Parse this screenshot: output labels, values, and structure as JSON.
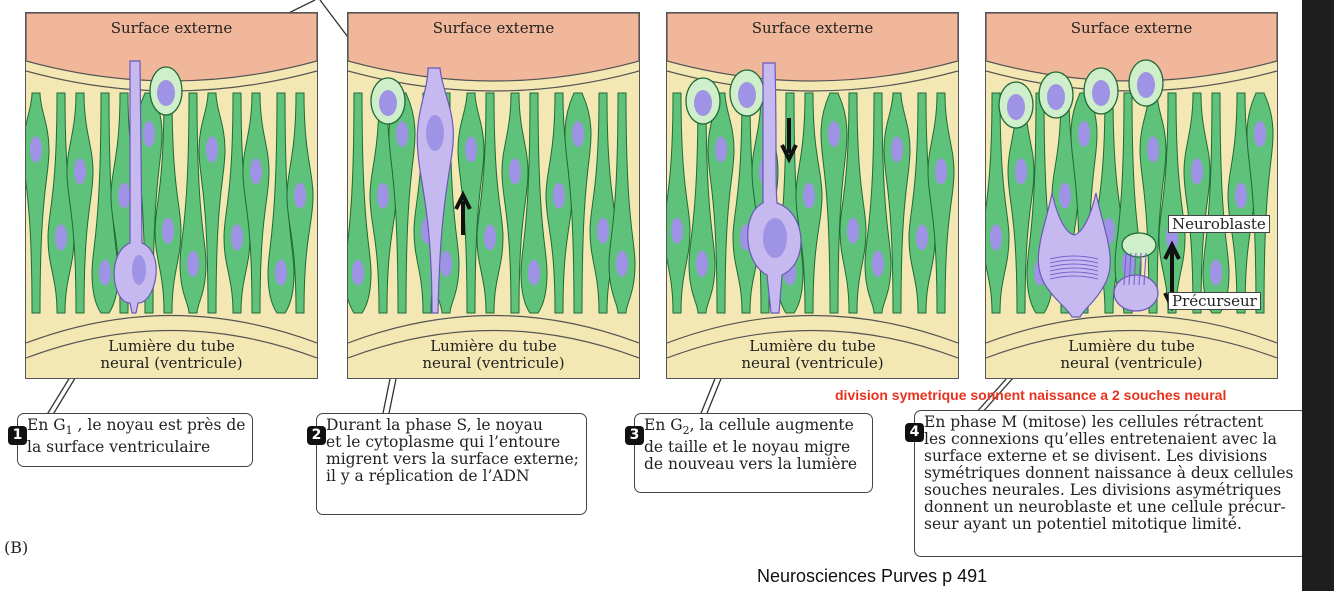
{
  "panels": [
    {
      "top_label": "Surface externe",
      "bottom_label_line1": "Lumière du tube",
      "bottom_label_line2": "neural (ventricule)"
    },
    {
      "top_label": "Surface externe",
      "bottom_label_line1": "Lumière du tube",
      "bottom_label_line2": "neural (ventricule)"
    },
    {
      "top_label": "Surface externe",
      "bottom_label_line1": "Lumière du tube",
      "bottom_label_line2": "neural (ventricule)"
    },
    {
      "top_label": "Surface externe",
      "bottom_label_line1": "Lumière du tube",
      "bottom_label_line2": "neural (ventricule)"
    }
  ],
  "cell_labels": {
    "neuroblast": "Neuroblaste",
    "precursor": "Précurseur"
  },
  "steps": [
    {
      "number": "1",
      "text_pre": "En G",
      "sub": "1",
      "text_post": " , le noyau est près de",
      "line2": "la surface ventriculaire"
    },
    {
      "number": "2",
      "line1": "Durant la phase S, le noyau",
      "line2": "et le cytoplasme qui l’entoure",
      "line3": "migrent vers la surface externe;",
      "line4": "il y a réplication de l’ADN"
    },
    {
      "number": "3",
      "text_pre": "En G",
      "sub": "2",
      "text_post": ", la cellule augmente",
      "line2": "de taille et le noyau migre",
      "line3": "de nouveau vers la lumière"
    },
    {
      "number": "4",
      "lines": [
        "En phase M (mitose) les cellules rétractent",
        "les connexions qu’elles entretenaient avec la",
        "surface externe et se divisent. Les divisions",
        "symétriques donnent naissance à deux cellules",
        "souches neurales. Les divisions asymétriques",
        "donnent un neuroblaste et une cellule précur-",
        "seur ayant un potentiel mitotique limité."
      ]
    }
  ],
  "annotation": "division symetrique sonnent naissance a 2 souches neural",
  "figure_label": "(B)",
  "citation": "Neurosciences Purves p 491",
  "colors": {
    "surface": "#f1b79b",
    "lumen": "#f3e7b3",
    "cell_fill": "#5fc27a",
    "cell_stroke": "#1f6a35",
    "nucleus": "#9f93e6",
    "migrating_cell": "#c6b9ef",
    "annotation": "#e8321e"
  }
}
